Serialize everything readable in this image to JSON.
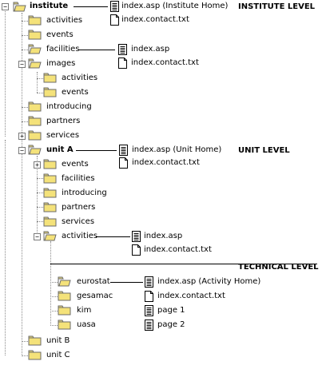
{
  "levels": {
    "institute": "INSTITUTE LEVEL",
    "unit": "UNIT LEVEL",
    "technical": "TECHNICAL LEVEL"
  },
  "tree": {
    "institute": "institute",
    "activities": "activities",
    "events": "events",
    "facilities": "facilities",
    "images": "images",
    "images_activities": "activities",
    "images_events": "events",
    "introducing": "introducing",
    "partners": "partners",
    "services": "services",
    "unit_a": "unit A",
    "ua_events": "events",
    "ua_facilities": "facilities",
    "ua_introducing": "introducing",
    "ua_partners": "partners",
    "ua_services": "services",
    "ua_activities": "activities",
    "eurostat": "eurostat",
    "gesamac": "gesamac",
    "kim": "kim",
    "uasa": "uasa",
    "unit_b": "unit B",
    "unit_c": "unit C"
  },
  "files": {
    "inst_index": "index.asp (Institute Home)",
    "inst_contact": "index.contact.txt",
    "fac_index": "index.asp",
    "fac_contact": "index.contact.txt",
    "unit_index": "index.asp (Unit Home)",
    "unit_contact": "index.contact.txt",
    "act_index": "index.asp",
    "act_contact": "index.contact.txt",
    "tech_index": "index.asp (Activity Home)",
    "tech_contact": "index.contact.txt",
    "page1": "page 1",
    "page2": "page 2"
  },
  "colors": {
    "folder_fill": "#f4e27a",
    "folder_stroke": "#6b6b6b",
    "tree_line": "#8a8a8a"
  }
}
